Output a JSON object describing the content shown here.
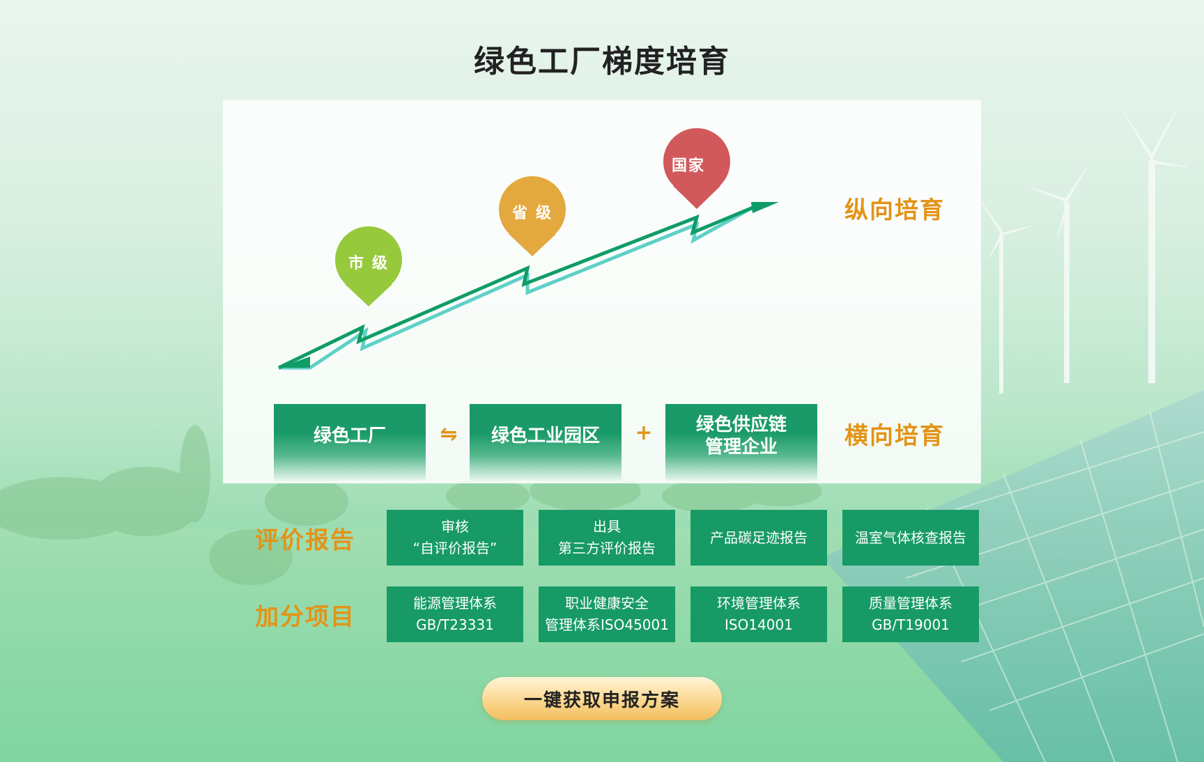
{
  "page": {
    "title": "绿色工厂梯度培育"
  },
  "vertical": {
    "label": "纵向培育",
    "levels": [
      {
        "name": "市 级",
        "color": "#97c93d"
      },
      {
        "name": "省 级",
        "color": "#e3a93f"
      },
      {
        "name": "国家",
        "color": "#d2595b"
      }
    ]
  },
  "horizontal": {
    "label": "横向培育",
    "blocks": [
      {
        "lines": [
          "绿色工厂"
        ]
      },
      {
        "lines": [
          "绿色工业园区"
        ]
      },
      {
        "lines": [
          "绿色供应链",
          "管理企业"
        ]
      }
    ],
    "operators": [
      "⇋",
      "+"
    ]
  },
  "reports": {
    "label": "评价报告",
    "items": [
      {
        "lines": [
          "审核",
          "“自评价报告”"
        ]
      },
      {
        "lines": [
          "出具",
          "第三方评价报告"
        ]
      },
      {
        "lines": [
          "产品碳足迹报告"
        ]
      },
      {
        "lines": [
          "温室气体核查报告"
        ]
      }
    ]
  },
  "bonus": {
    "label": "加分项目",
    "items": [
      {
        "lines": [
          "能源管理体系",
          "GB/T23331"
        ]
      },
      {
        "lines": [
          "职业健康安全",
          "管理体系ISO45001"
        ]
      },
      {
        "lines": [
          "环境管理体系",
          "ISO14001"
        ]
      },
      {
        "lines": [
          "质量管理体系",
          "GB/T19001"
        ]
      }
    ]
  },
  "cta": {
    "label": "一键获取申报方案"
  },
  "colors": {
    "accent": "#e39317",
    "green": "#179a66"
  }
}
